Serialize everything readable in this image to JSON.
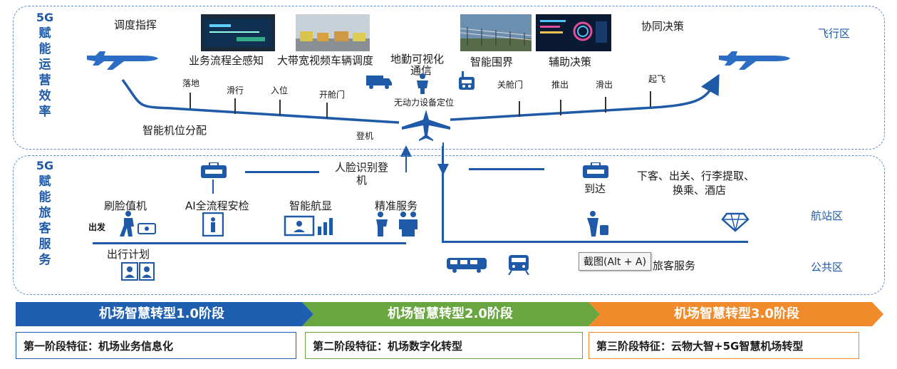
{
  "top_panel": {
    "side_title_lines": [
      "5G",
      "赋",
      "能",
      "运",
      "营",
      "效",
      "率"
    ],
    "zone": "飞行区",
    "labels": {
      "dispatch": "调度指挥",
      "process": "业务流程全感知",
      "video": "大带宽视频车辆调度",
      "ground_line1": "地勤可视化",
      "ground_line2": "通信",
      "fence": "智能围界",
      "assist": "辅助决策",
      "collab": "协同决策",
      "gate_alloc": "智能机位分配",
      "gse_locate": "无动力设备定位"
    },
    "ticks": {
      "landing": "落地",
      "taxi": "滑行",
      "in_position": "入位",
      "open_door": "开舱门",
      "boarding": "登机",
      "close_door": "关舱门",
      "pushback": "推出",
      "taxi_out": "滑出",
      "takeoff": "起飞"
    }
  },
  "bottom_panel": {
    "side_title_lines": [
      "5G",
      "赋",
      "能",
      "旅",
      "客",
      "服",
      "务"
    ],
    "zone_terminal": "航站区",
    "zone_public": "公共区",
    "labels": {
      "face_checkin": "刷脸值机",
      "ai_security": "AI全流程安检",
      "smart_display": "智能航显",
      "precise_service": "精准服务",
      "face_board_line1": "人脸识别登",
      "face_board_line2": "机",
      "departure": "出发",
      "travel_plan": "出行计划",
      "arrival": "到达",
      "arrival_services_line1": "下客、出关、行李提取、",
      "arrival_services_line2": "换乘、酒店",
      "passenger_service": "旅客服务"
    },
    "tooltip": "截图(Alt + A)"
  },
  "stages": [
    {
      "title": "机场智慧转型1.0阶段",
      "feature": "第一阶段特征：机场业务信息化",
      "color": "#1f5fb0"
    },
    {
      "title": "机场智慧转型2.0阶段",
      "feature": "第二阶段特征：机场数字化转型",
      "color": "#6aa640"
    },
    {
      "title": "机场智慧转型3.0阶段",
      "feature": "第三阶段特征：云物大智+5G智慧机场转型",
      "color": "#f08a2a"
    }
  ],
  "colors": {
    "accent": "#1e5aa8",
    "panel_border": "#5b8fd0"
  },
  "icons": [
    "airplane-icon",
    "truck-icon",
    "worker-icon",
    "radio-icon",
    "luggage-icon",
    "scanner-icon",
    "display-icon",
    "service-icon",
    "walker-icon",
    "id-card-icon",
    "diamond-icon",
    "bus-icon",
    "train-icon"
  ]
}
